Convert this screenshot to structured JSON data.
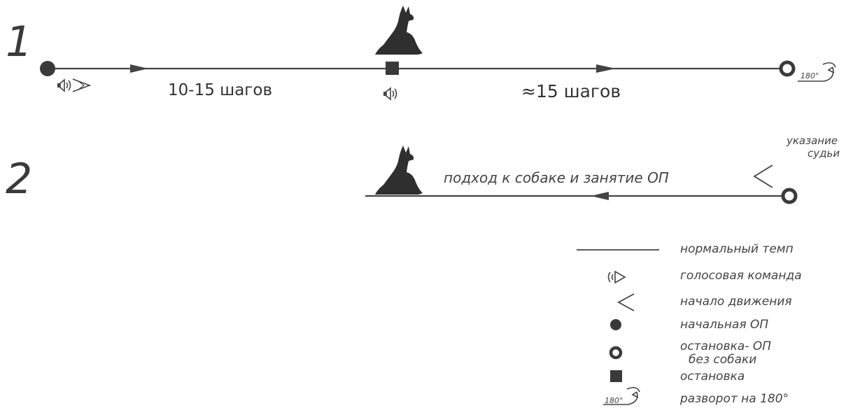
{
  "rows": [
    {
      "number": "1"
    },
    {
      "number": "2"
    }
  ],
  "row1": {
    "distance1": "10-15 шагов",
    "distance2": "≈15 шагов",
    "turn_badge": "180°"
  },
  "row2": {
    "judge_label_line1": "указание",
    "judge_label_line2": "судьи",
    "approach_label": "подход к собаке и занятие ОП"
  },
  "legend": {
    "items": [
      {
        "icon": "solid-line",
        "label": "нормальный темп"
      },
      {
        "icon": "voice-command-icon",
        "label": "голосовая команда"
      },
      {
        "icon": "movement-start-icon",
        "label": "начало движения"
      },
      {
        "icon": "start-position-dot-icon",
        "label": "начальная ОП"
      },
      {
        "icon": "stop-ring-icon",
        "label": "остановка- ОП",
        "label2": "без собаки"
      },
      {
        "icon": "stop-square-icon",
        "label": "остановка"
      },
      {
        "icon": "turn-180-icon",
        "label": "разворот на 180°",
        "badge": "180°"
      }
    ]
  },
  "colors": {
    "line": "#444444",
    "marker": "#3a3a3a",
    "dog": "#2f2f2f",
    "text": "#333333"
  }
}
